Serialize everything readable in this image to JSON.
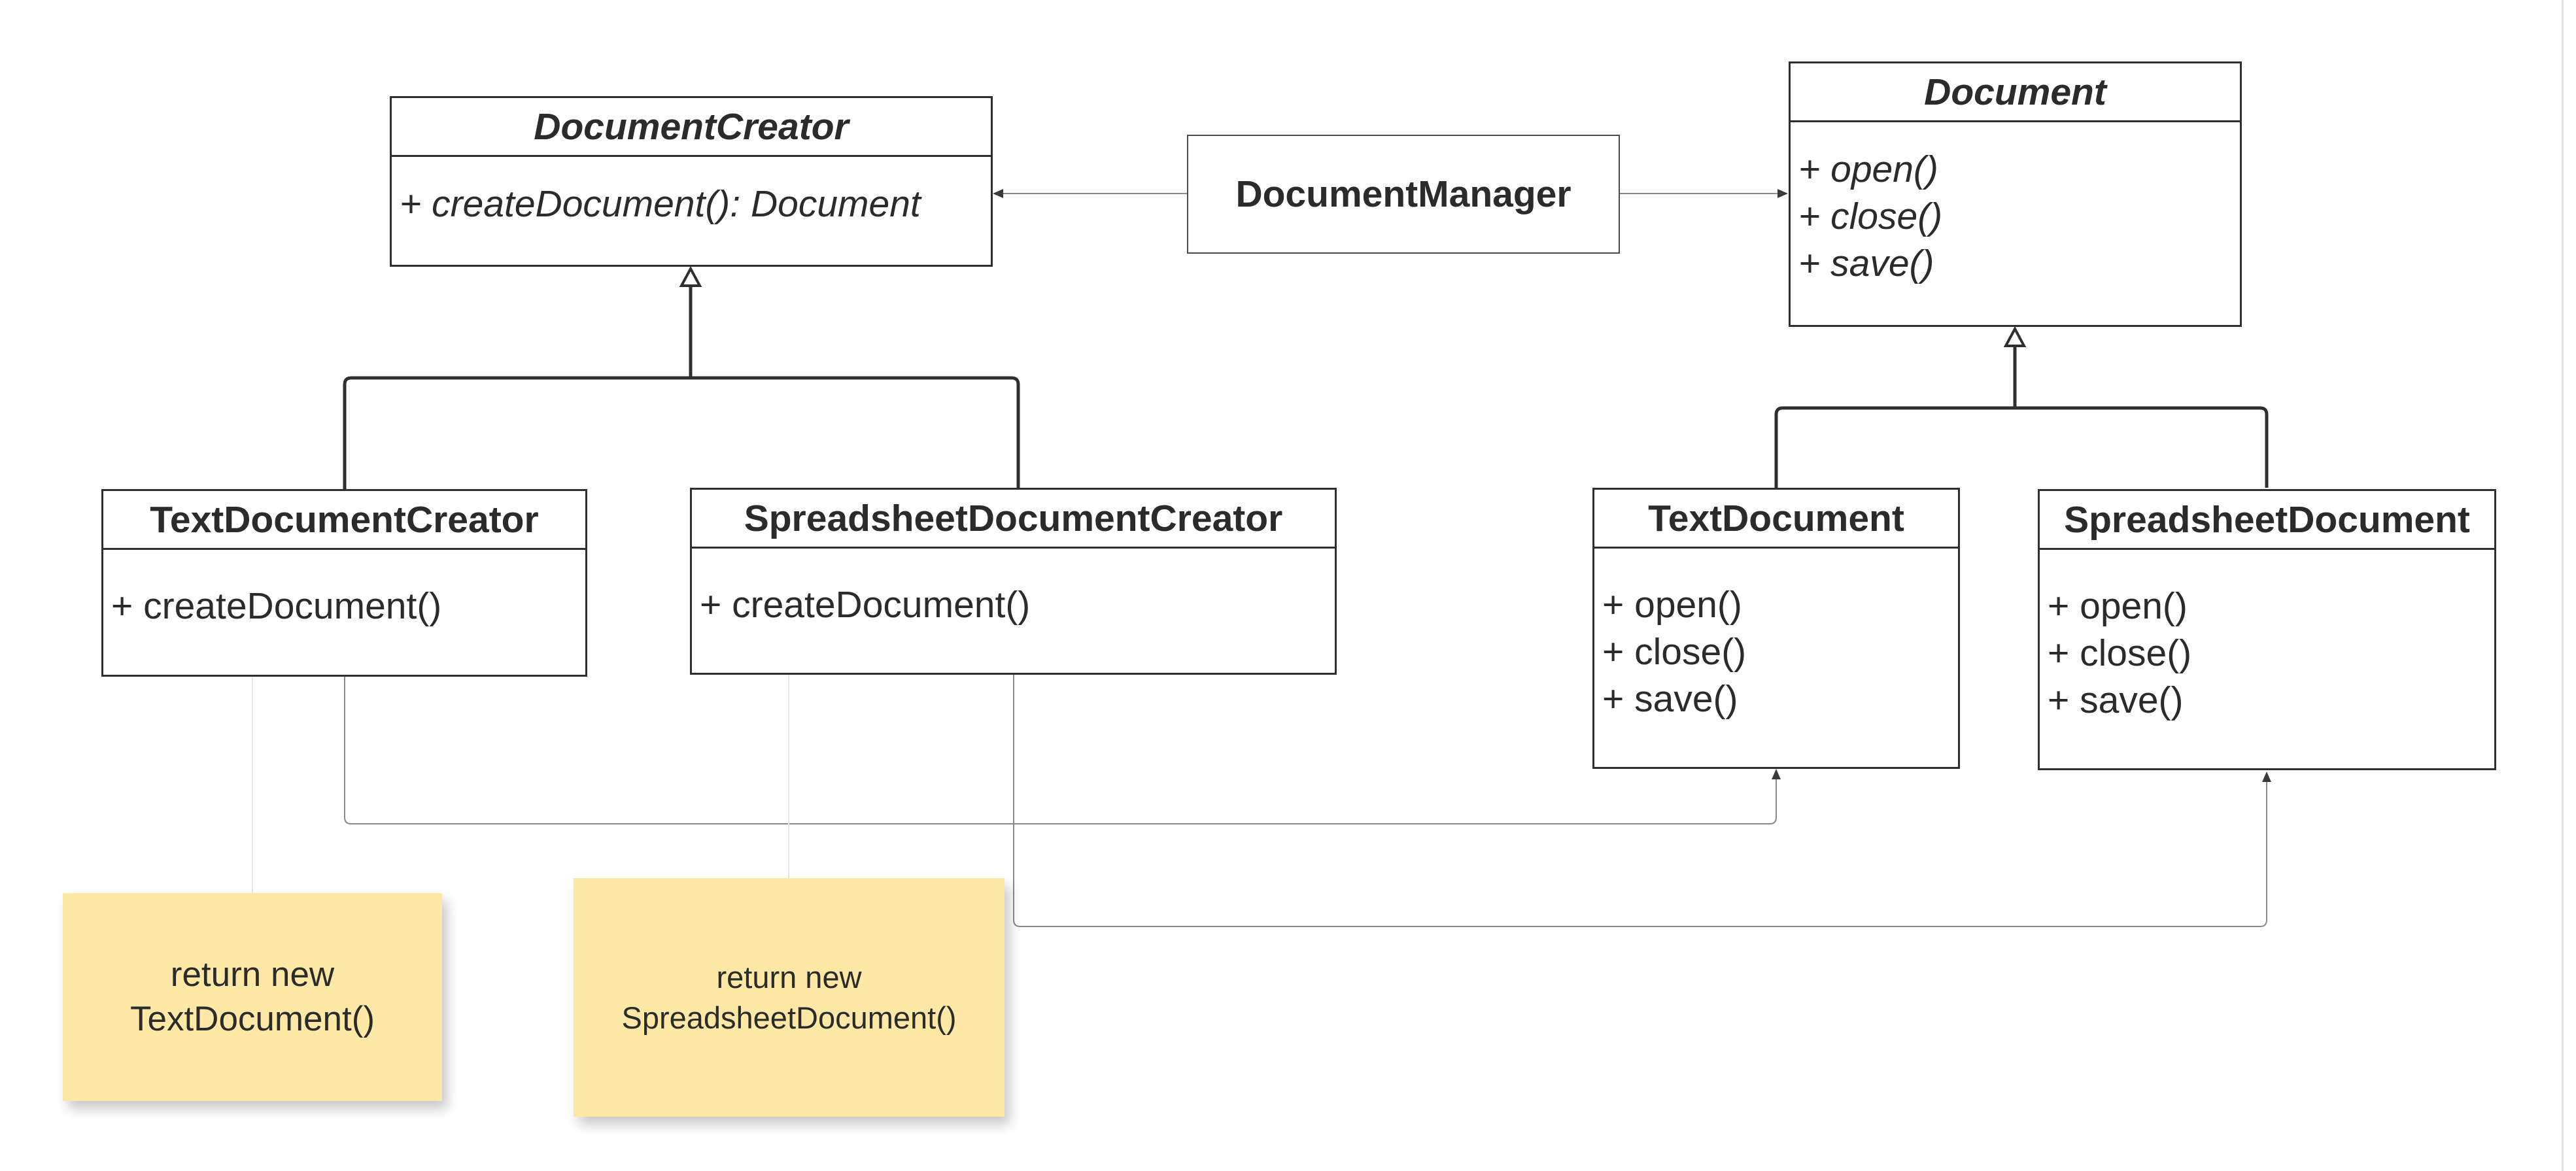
{
  "diagram": {
    "classes": {
      "document_creator": {
        "name": "DocumentCreator",
        "members": [
          "+ createDocument(): Document"
        ]
      },
      "document_manager": {
        "name": "DocumentManager"
      },
      "document": {
        "name": "Document",
        "members": [
          "+ open()",
          "+ close()",
          "+ save()"
        ]
      },
      "text_document_creator": {
        "name": "TextDocumentCreator",
        "members": [
          "+ createDocument()"
        ]
      },
      "spreadsheet_document_creator": {
        "name": "SpreadsheetDocumentCreator",
        "members": [
          "+ createDocument()"
        ]
      },
      "text_document": {
        "name": "TextDocument",
        "members": [
          "+ open()",
          "+ close()",
          "+ save()"
        ]
      },
      "spreadsheet_document": {
        "name": "SpreadsheetDocument",
        "members": [
          "+ open()",
          "+ close()",
          "+ save()"
        ]
      }
    },
    "notes": {
      "text_note": {
        "lines": [
          "return new",
          "TextDocument()"
        ]
      },
      "spreadsheet_note": {
        "lines": [
          "return new",
          "SpreadsheetDocument()"
        ]
      }
    },
    "relationships": [
      {
        "from": "DocumentManager",
        "to": "DocumentCreator",
        "kind": "association"
      },
      {
        "from": "DocumentManager",
        "to": "Document",
        "kind": "association"
      },
      {
        "from": "TextDocumentCreator",
        "to": "DocumentCreator",
        "kind": "inheritance"
      },
      {
        "from": "SpreadsheetDocumentCreator",
        "to": "DocumentCreator",
        "kind": "inheritance"
      },
      {
        "from": "TextDocument",
        "to": "Document",
        "kind": "inheritance"
      },
      {
        "from": "SpreadsheetDocument",
        "to": "Document",
        "kind": "inheritance"
      },
      {
        "from": "TextDocumentCreator",
        "to": "TextDocument",
        "kind": "dependency"
      },
      {
        "from": "SpreadsheetDocumentCreator",
        "to": "SpreadsheetDocument",
        "kind": "dependency"
      }
    ],
    "colors": {
      "border": "#2f2f2f",
      "note_fill": "#fde8a5",
      "text": "#2b2b2b",
      "thin_line": "#8a8a8a",
      "note_link": "#e6e6e6"
    }
  }
}
